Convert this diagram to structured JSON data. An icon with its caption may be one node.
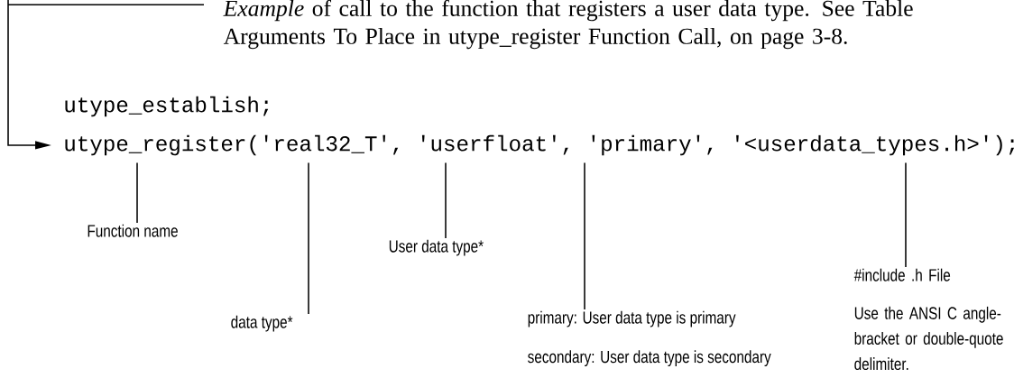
{
  "diagram": {
    "nodes": [
      {
        "text": [
          "*Example* of call to the function that registers a user data type. See Table Arguments To Place in utype_register Function Call, on page 3-8."
        ]
      },
      {
        "text": [
          "utype_register('real32_T', 'userfloat', 'primary', '<userdata_types.h>');"
        ]
      },
      {
        "text": [
          "Function name"
        ]
      },
      {
        "text": [
          "data type*"
        ]
      },
      {
        "text": [
          "User data type*"
        ]
      },
      {
        "text": [
          "primary: User data type is primary",
          "secondary: User data type is secondary"
        ]
      },
      {
        "text": [
          "#include .h File",
          "Use the ANSI C angle-bracket or double-quote delimiter."
        ]
      }
    ],
    "edges": [
      {
        "from": 0,
        "to": 1,
        "arrow": "to"
      },
      {
        "from": 2,
        "to": 1,
        "arrow": "none"
      },
      {
        "from": 3,
        "to": 1,
        "arrow": "none"
      },
      {
        "from": 4,
        "to": 1,
        "arrow": "none"
      },
      {
        "from": 5,
        "to": 1,
        "arrow": "none"
      },
      {
        "from": 6,
        "to": 1,
        "arrow": "none"
      }
    ],
    "labels": [
      "utype_establish;"
    ]
  }
}
